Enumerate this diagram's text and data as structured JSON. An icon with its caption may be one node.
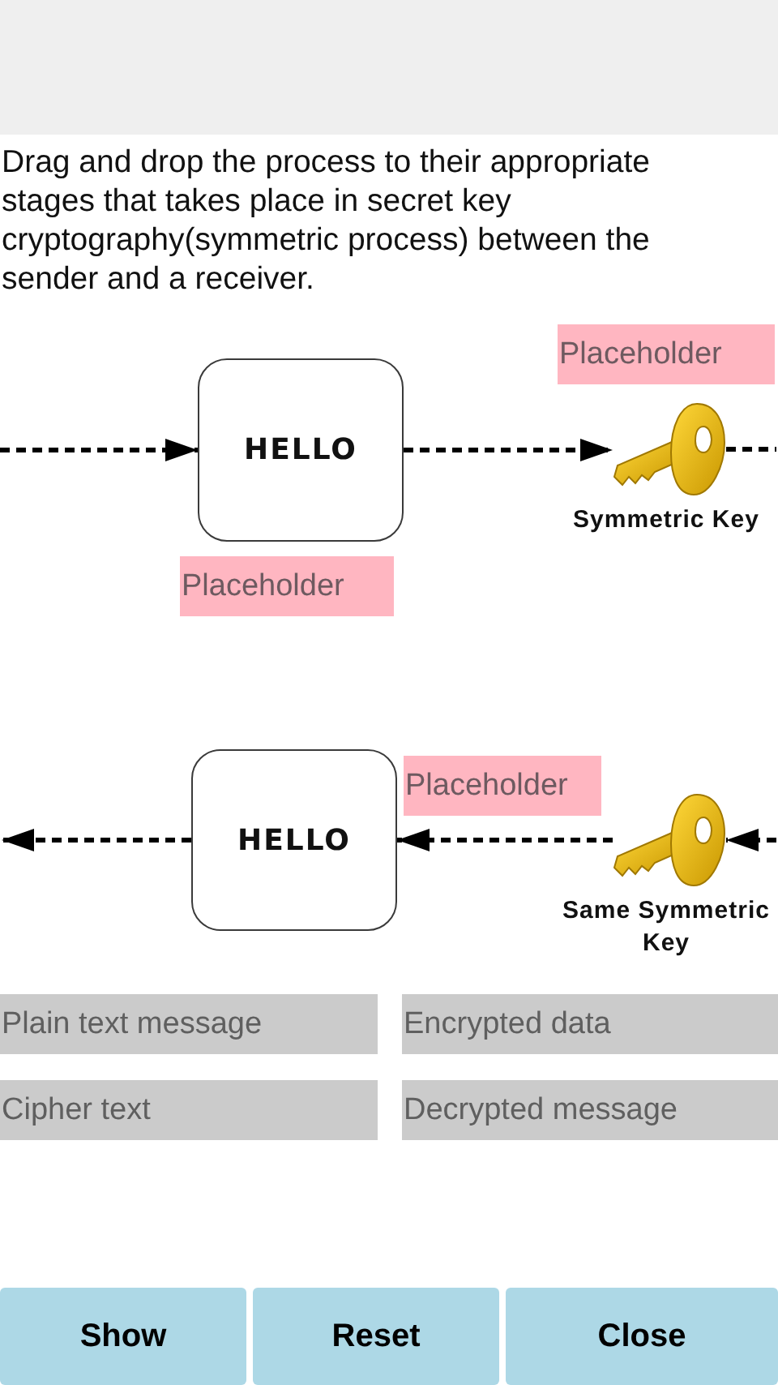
{
  "diagram": {
    "title": "Drag and drop the process to their appropriate stages that takes place in secret key cryptography(symmetric process) between the sender and a receiver.",
    "nodes": [
      {
        "text": [],
        "shape": "bar"
      },
      {
        "text": [
          "HELLO"
        ]
      },
      {
        "text": [
          "Placeholder"
        ]
      },
      {
        "text": [],
        "shape": "picture",
        "beside": [
          "Symmetric Key"
        ]
      },
      {
        "text": [
          "Placeholder"
        ]
      },
      {
        "text": [
          "HELLO"
        ]
      },
      {
        "text": [
          "Placeholder"
        ]
      },
      {
        "text": [],
        "shape": "picture",
        "beside": [
          "Same Symmetric Key"
        ]
      },
      {
        "text": [
          "Plain text message"
        ]
      },
      {
        "text": [
          "Encrypted data"
        ]
      },
      {
        "text": [
          "Cipher text"
        ]
      },
      {
        "text": [
          "Decrypted message"
        ]
      }
    ],
    "edges": [
      {
        "from": null,
        "to": 1,
        "arrow": "to",
        "style": "dashed"
      },
      {
        "from": 1,
        "to": 3,
        "arrow": "to",
        "style": "dashed"
      },
      {
        "from": 3,
        "to": null,
        "arrow": "none",
        "style": "dashed"
      },
      {
        "from": null,
        "to": 7,
        "arrow": "to",
        "style": "dashed"
      },
      {
        "from": 7,
        "to": 5,
        "arrow": "to",
        "style": "dashed"
      },
      {
        "from": 5,
        "to": null,
        "arrow": "to",
        "style": "dashed"
      }
    ],
    "labels": [
      "Show",
      "Reset",
      "Close"
    ]
  }
}
